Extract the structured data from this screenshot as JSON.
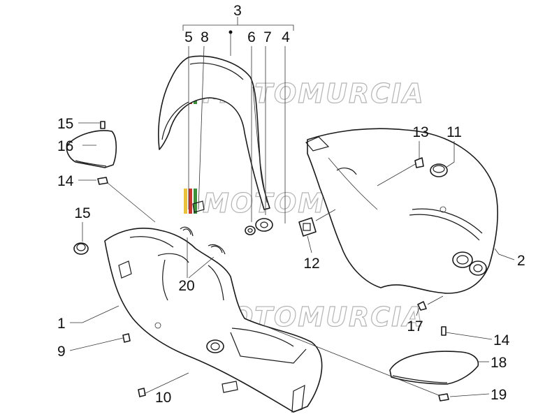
{
  "watermark": {
    "text": "MOTOMURCIA",
    "stripe_colors": [
      "#e8c23a",
      "#c8372d",
      "#3d8f3a"
    ]
  },
  "callouts": [
    {
      "id": "c1",
      "label": "1"
    },
    {
      "id": "c2",
      "label": "2"
    },
    {
      "id": "c3",
      "label": "3"
    },
    {
      "id": "c4",
      "label": "4"
    },
    {
      "id": "c5",
      "label": "5"
    },
    {
      "id": "c6",
      "label": "6"
    },
    {
      "id": "c7",
      "label": "7"
    },
    {
      "id": "c8",
      "label": "8"
    },
    {
      "id": "c9",
      "label": "9"
    },
    {
      "id": "c10",
      "label": "10"
    },
    {
      "id": "c11",
      "label": "11"
    },
    {
      "id": "c12",
      "label": "12"
    },
    {
      "id": "c13",
      "label": "13"
    },
    {
      "id": "c14a",
      "label": "14"
    },
    {
      "id": "c14b",
      "label": "14"
    },
    {
      "id": "c15a",
      "label": "15"
    },
    {
      "id": "c15b",
      "label": "15"
    },
    {
      "id": "c16",
      "label": "16"
    },
    {
      "id": "c17",
      "label": "17"
    },
    {
      "id": "c18",
      "label": "18"
    },
    {
      "id": "c19",
      "label": "19"
    },
    {
      "id": "c20",
      "label": "20"
    }
  ]
}
